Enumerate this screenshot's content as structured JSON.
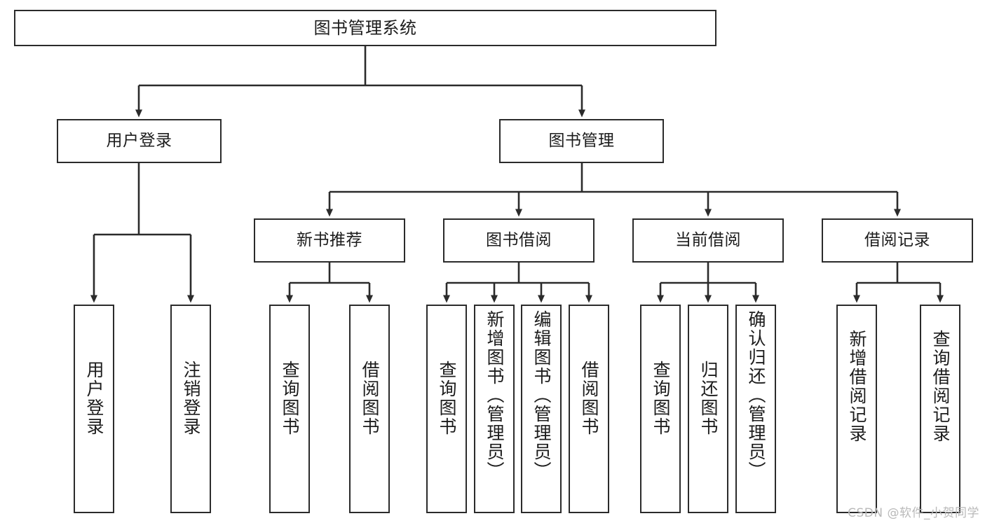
{
  "diagram": {
    "title": "图书管理系统",
    "watermark": "CSDN @软件_小贺同学",
    "stroke_color": "#2b2b2b",
    "background_color": "#ffffff",
    "text_color": "#1c1c1c",
    "nodes": {
      "root": {
        "label": "图书管理系统"
      },
      "level1": [
        {
          "id": "user-login",
          "label": "用户登录"
        },
        {
          "id": "book-manage",
          "label": "图书管理"
        }
      ],
      "level2": [
        {
          "id": "new-book-recommend",
          "label": "新书推荐"
        },
        {
          "id": "book-borrow",
          "label": "图书借阅"
        },
        {
          "id": "current-borrow",
          "label": "当前借阅"
        },
        {
          "id": "borrow-record",
          "label": "借阅记录"
        }
      ],
      "leaves": {
        "user-login": [
          {
            "id": "leaf-user-login",
            "label": "用户登录"
          },
          {
            "id": "leaf-logout-login",
            "label": "注销登录"
          }
        ],
        "new-book-recommend": [
          {
            "id": "leaf-query-book-1",
            "label": "查询图书"
          },
          {
            "id": "leaf-borrow-book-1",
            "label": "借阅图书"
          }
        ],
        "book-borrow": [
          {
            "id": "leaf-query-book-2",
            "label": "查询图书"
          },
          {
            "id": "leaf-add-book",
            "label": "新增图书（管理员）"
          },
          {
            "id": "leaf-edit-book",
            "label": "编辑图书（管理员）"
          },
          {
            "id": "leaf-borrow-book-2",
            "label": "借阅图书"
          }
        ],
        "current-borrow": [
          {
            "id": "leaf-query-book-3",
            "label": "查询图书"
          },
          {
            "id": "leaf-return-book",
            "label": "归还图书"
          },
          {
            "id": "leaf-confirm-return",
            "label": "确认归还（管理员）"
          }
        ],
        "borrow-record": [
          {
            "id": "leaf-add-record",
            "label": "新增借阅记录"
          },
          {
            "id": "leaf-query-record",
            "label": "查询借阅记录"
          }
        ]
      }
    }
  }
}
